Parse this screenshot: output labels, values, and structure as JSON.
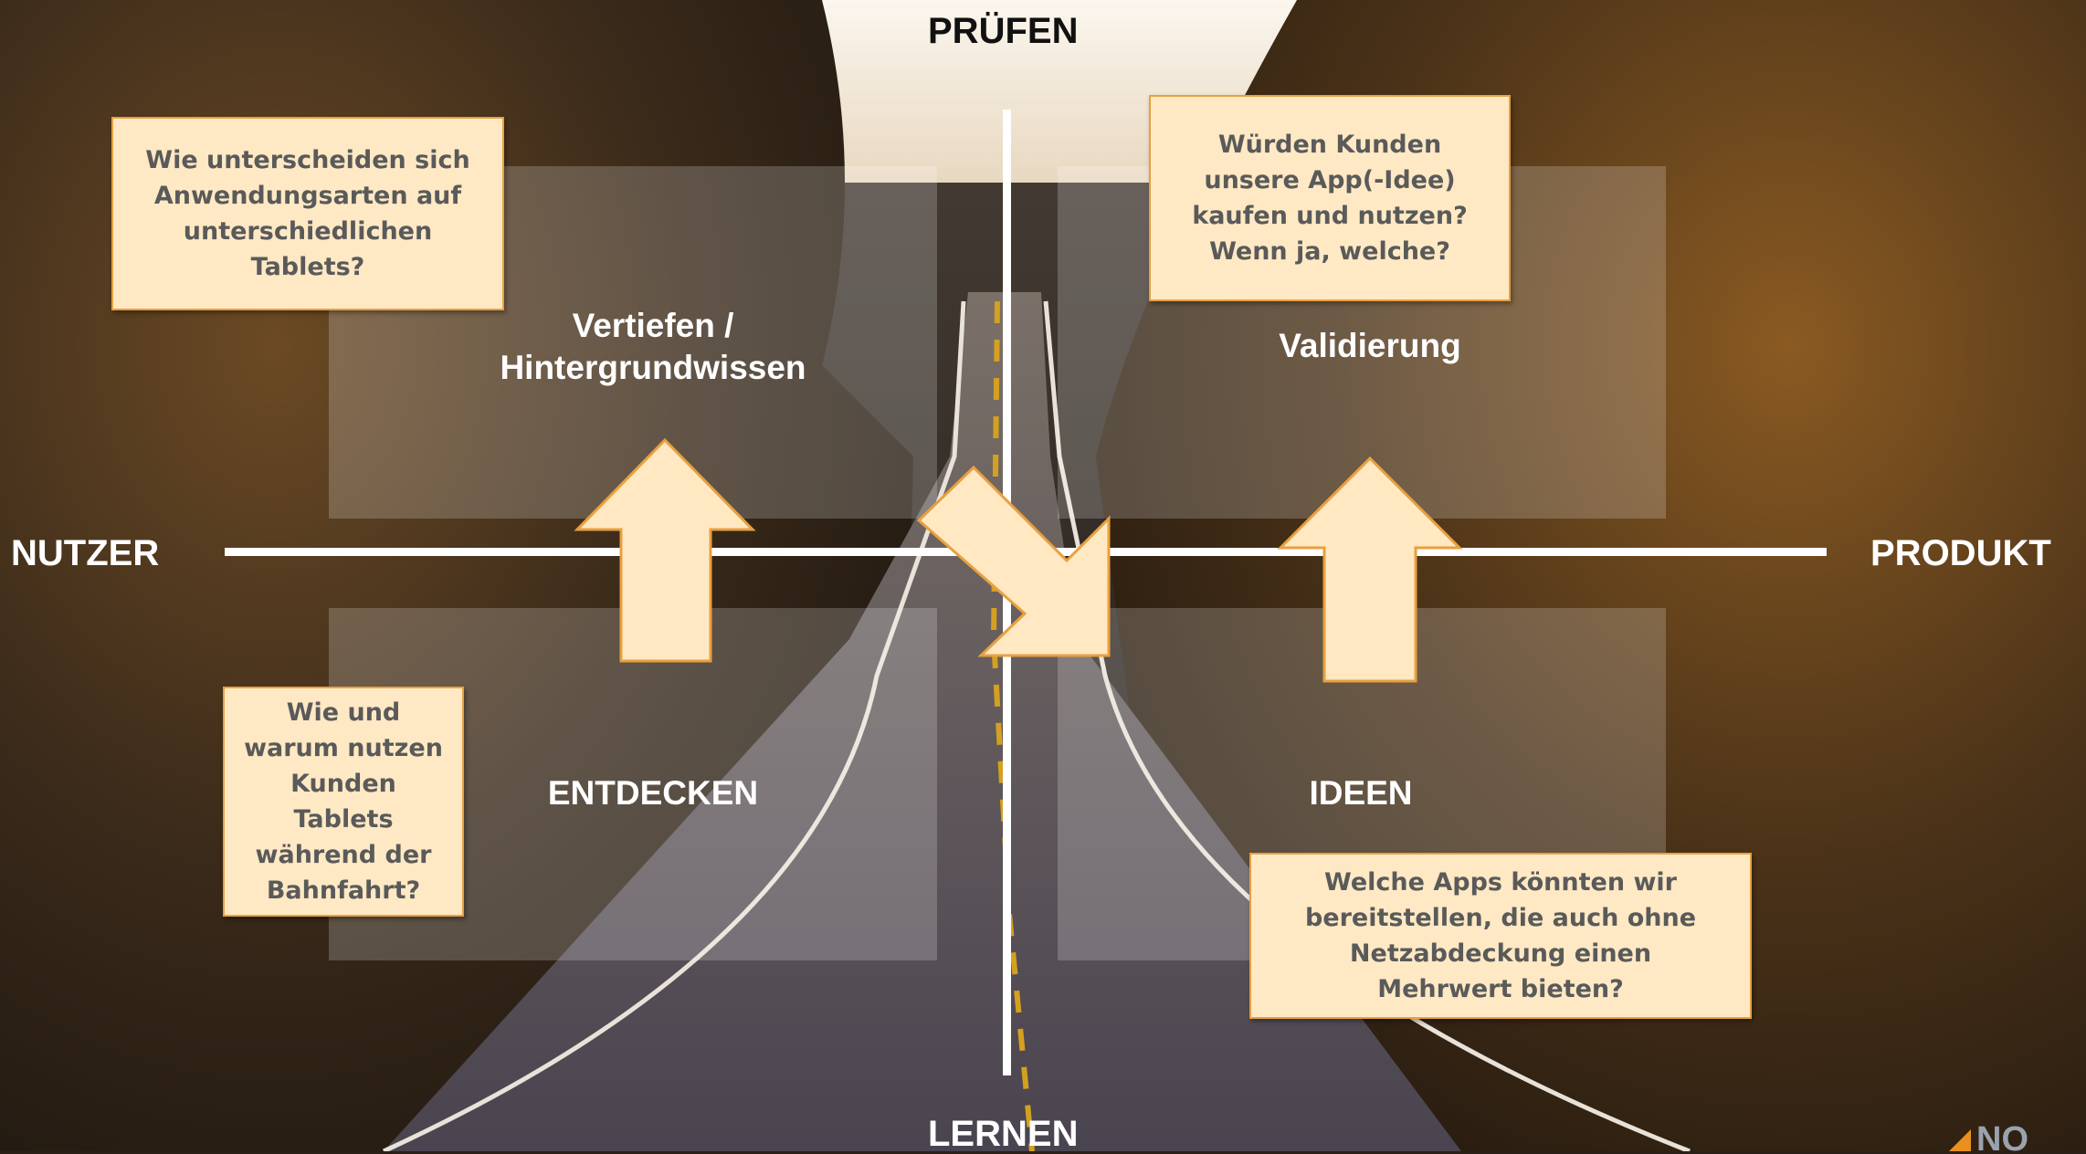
{
  "axes": {
    "top": "PRÜFEN",
    "bottom": "LERNEN",
    "left": "NUTZER",
    "right": "PRODUKT"
  },
  "quadrants": {
    "top_left": "Vertiefen / Hintergrundwissen",
    "top_right": "Validierung",
    "bottom_left": "ENTDECKEN",
    "bottom_right": "IDEEN"
  },
  "notes": {
    "top_left": "Wie unterscheiden sich Anwendungsarten auf unterschiedlichen Tablets?",
    "top_right": "Würden Kunden unsere App(-Idee) kaufen und nutzen? Wenn ja, welche?",
    "bottom_left": "Wie und warum nutzen Kunden Tablets während der Bahnfahrt?",
    "bottom_right": "Welche Apps könnten wir bereitstellen, die auch ohne Netzabdeckung einen Mehrwert bieten?"
  },
  "logo_text": "NO",
  "colors": {
    "note_fill": "#ffe9c4",
    "note_border": "#e8a040",
    "arrow_fill": "#ffe8c2",
    "arrow_border": "#e8a040",
    "axis": "#ffffff"
  }
}
